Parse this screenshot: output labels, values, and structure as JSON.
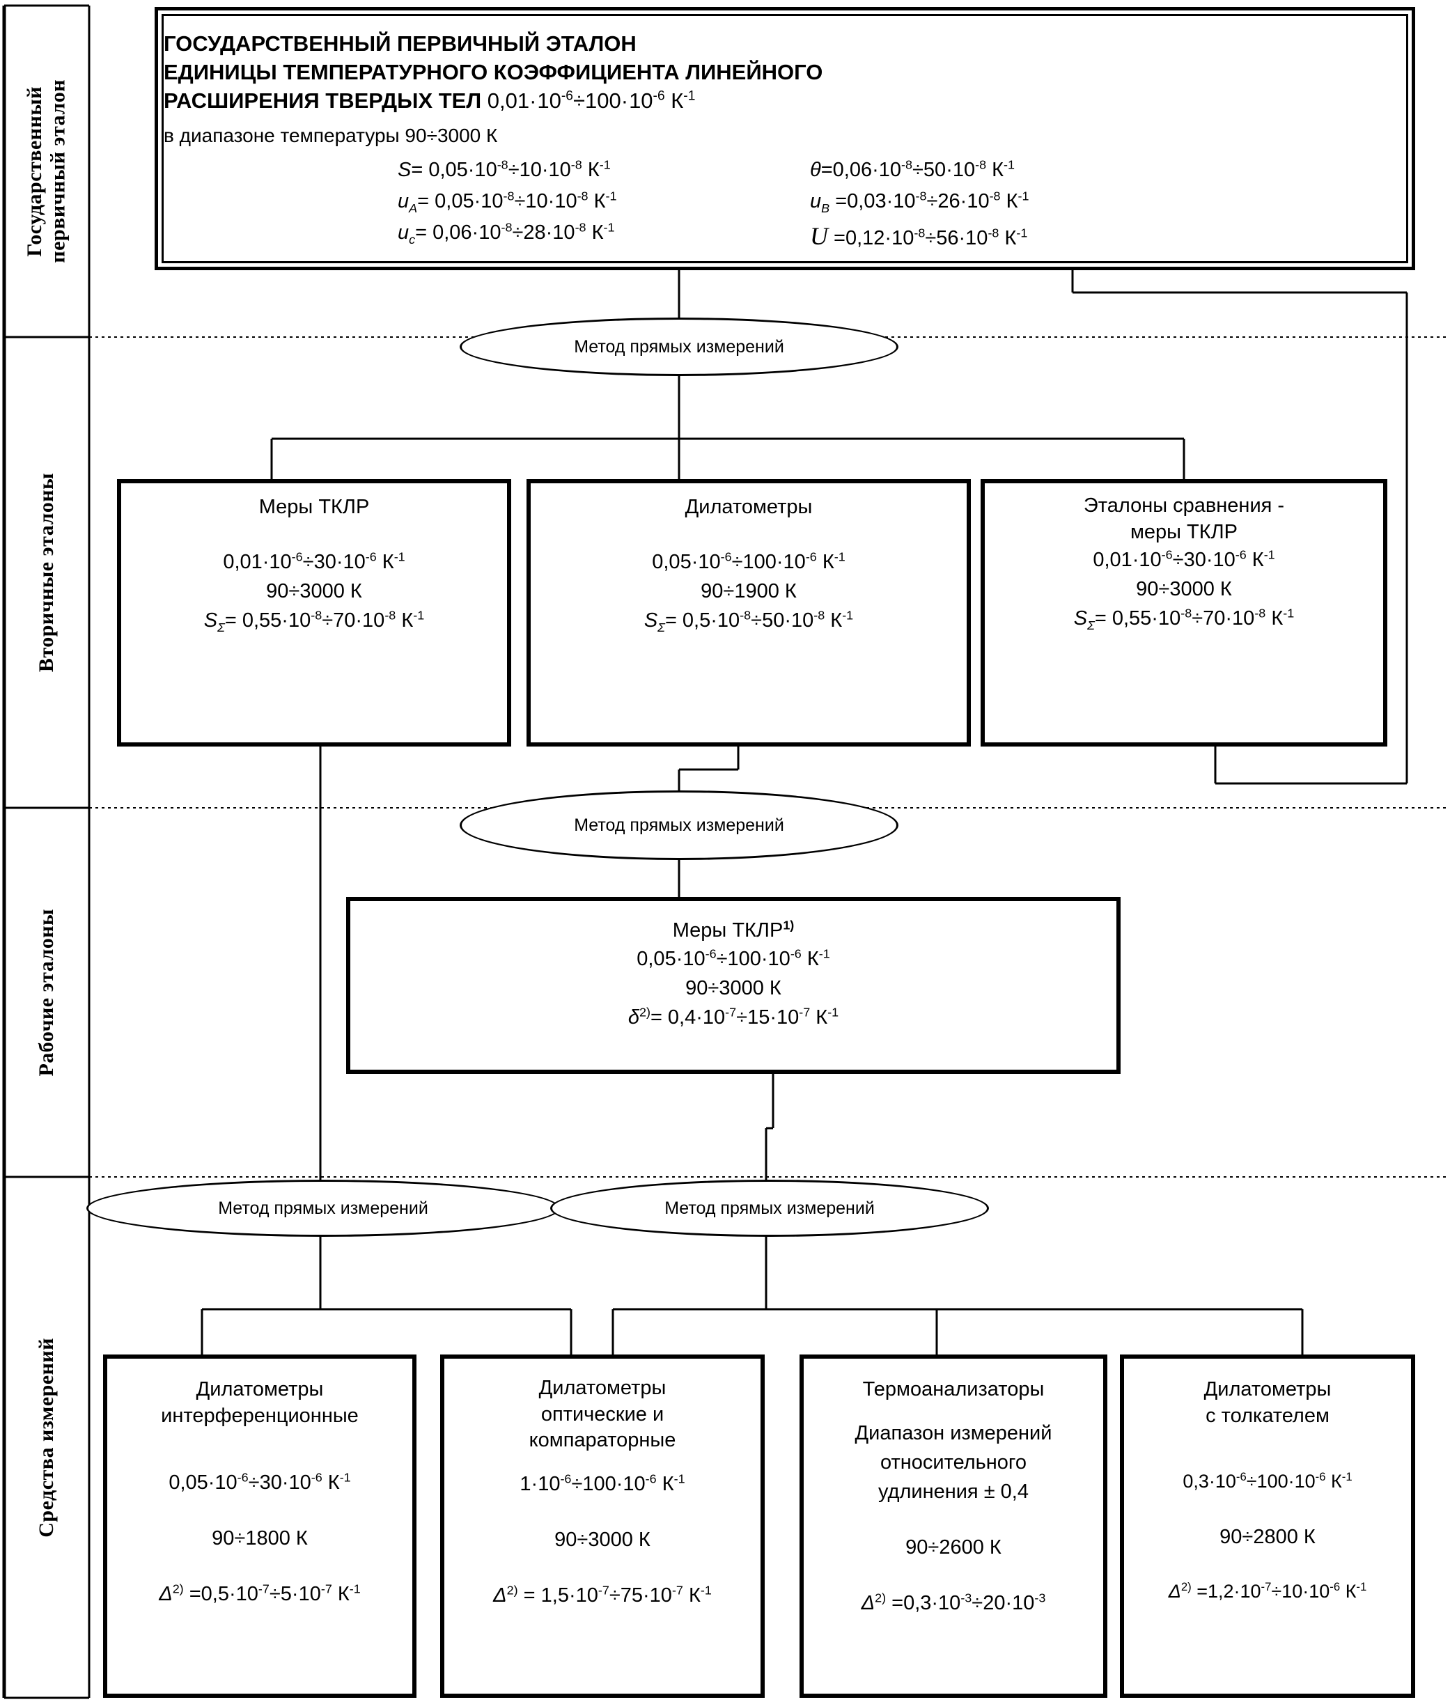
{
  "tiers": [
    {
      "label": "Государственный\nпервичный эталон"
    },
    {
      "label": "Вторичные эталоны"
    },
    {
      "label": "Рабочие эталоны"
    },
    {
      "label": "Средства измерений"
    }
  ],
  "primary_standard": {
    "title_line1": "ГОСУДАРСТВЕННЫЙ ПЕРВИЧНЫЙ ЭТАЛОН",
    "title_line2": "ЕДИНИЦЫ ТЕМПЕРАТУРНОГО КОЭФФИЦИЕНТА ЛИНЕЙНОГО",
    "title_line3_bold": "РАСШИРЕНИЯ ТВЕРДЫХ ТЕЛ",
    "title_line3_range": "0,01·10⁻⁶÷100·10⁻⁶ К⁻¹",
    "temperature_range": "в диапазоне температуры 90÷3000 К",
    "metrics_left": [
      "S= 0,05·10⁻⁸÷10·10⁻⁸ К⁻¹",
      "uA= 0,05·10⁻⁸÷10·10⁻⁸ К⁻¹",
      "uc= 0,06·10⁻⁸÷28·10⁻⁸ К⁻¹"
    ],
    "metrics_right": [
      "θ=0,06·10⁻⁸÷50·10⁻⁸ К⁻¹",
      "uB =0,03·10⁻⁸÷26·10⁻⁸ К⁻¹",
      "U =0,12·10⁻⁸÷56·10⁻⁸ К⁻¹"
    ]
  },
  "methods": {
    "direct_1": "Метод прямых измерений",
    "direct_2": "Метод прямых измерений",
    "direct_3": "Метод прямых измерений",
    "direct_4": "Метод прямых измерений"
  },
  "secondary_standards": [
    {
      "title": "Меры ТКЛР",
      "range": "0,01·10⁻⁶÷30·10⁻⁶ К⁻¹",
      "temperature": "90÷3000 К",
      "uncertainty": "SΣ= 0,55·10⁻⁸÷70·10⁻⁸ К⁻¹"
    },
    {
      "title": "Дилатометры",
      "range": "0,05·10⁻⁶÷100·10⁻⁶ К⁻¹",
      "temperature": "90÷1900 К",
      "uncertainty": "SΣ= 0,5·10⁻⁸÷50·10⁻⁸ К⁻¹"
    },
    {
      "title_line1": "Эталоны сравнения -",
      "title_line2": "меры ТКЛР",
      "range": "0,01·10⁻⁶÷30·10⁻⁶ К⁻¹",
      "temperature": "90÷3000 К",
      "uncertainty": "SΣ= 0,55·10⁻⁸÷70·10⁻⁸ К⁻¹"
    }
  ],
  "working_standard": {
    "title": "Меры ТКЛР",
    "title_note": "1)",
    "range": "0,05·10⁻⁶÷100·10⁻⁶ К⁻¹",
    "temperature": "90÷3000 К",
    "error": "δ²⁾= 0,4·10⁻⁷÷15·10⁻⁷ К⁻¹"
  },
  "measuring_instruments": [
    {
      "title_line1": "Дилатометры",
      "title_line2": "интерференционные",
      "range": "0,05·10⁻⁶÷30·10⁻⁶ К⁻¹",
      "temperature": "90÷1800 К",
      "error": "Δ²⁾ =0,5·10⁻⁷÷5·10⁻⁷ К⁻¹"
    },
    {
      "title_line1": "Дилатометры",
      "title_line2": "оптические и",
      "title_line3": "компараторные",
      "range": "1·10⁻⁶÷100·10⁻⁶ К⁻¹",
      "temperature": "90÷3000 К",
      "error": "Δ²⁾ = 1,5·10⁻⁷÷75·10⁻⁷ К⁻¹"
    },
    {
      "title_line1": "Термоанализаторы",
      "desc_line1": "Диапазон измерений",
      "desc_line2": "относительного",
      "desc_line3": "удлинения  ± 0,4",
      "temperature": "90÷2600 К",
      "error": "Δ²⁾  =0,3·10⁻³÷20·10⁻³"
    },
    {
      "title_line1": "Дилатометры",
      "title_line2": "с толкателем",
      "range": "0,3·10⁻⁶÷100·10⁻⁶ К⁻¹",
      "temperature": "90÷2800 К",
      "error": "Δ²⁾ =1,2·10⁻⁷÷10·10⁻⁶ К⁻¹"
    }
  ],
  "colors": {
    "ink": "#000000",
    "paper": "#ffffff"
  }
}
